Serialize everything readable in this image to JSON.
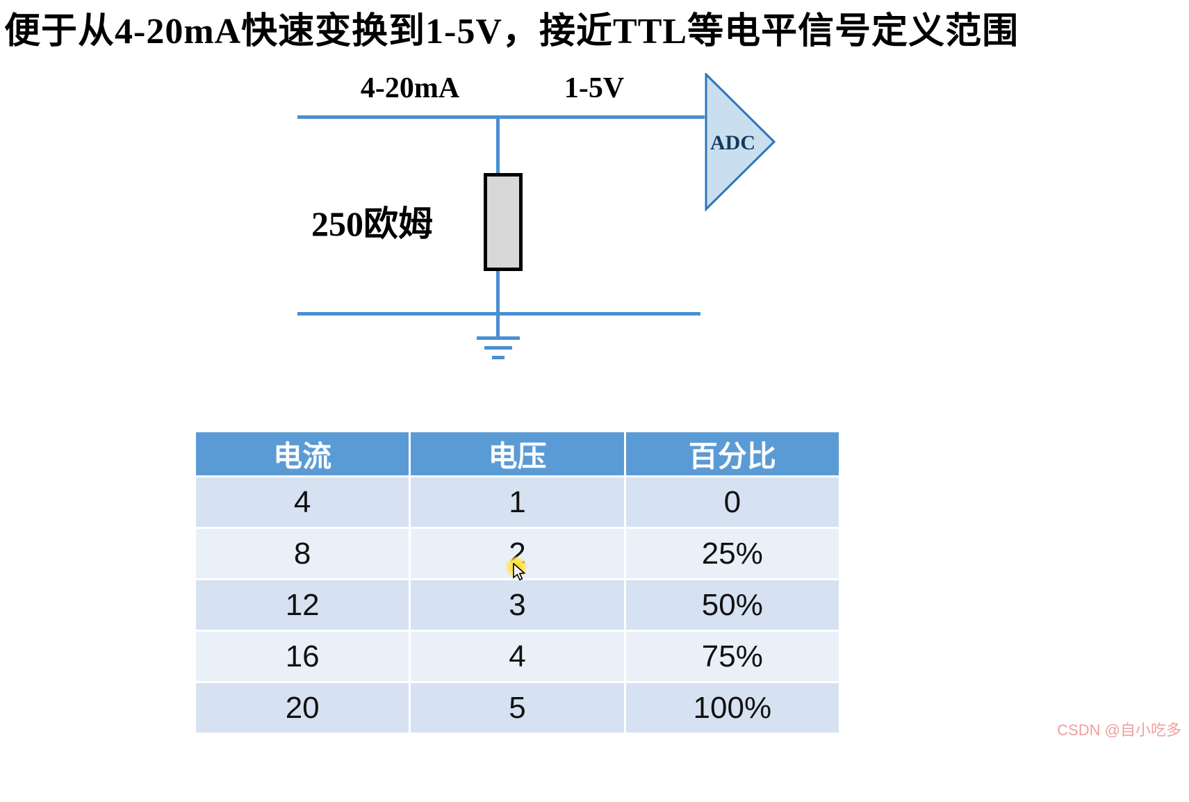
{
  "title": "便于从4-20mA快速变换到1-5V，接近TTL等电平信号定义范围",
  "diagram": {
    "current_label": "4-20mA",
    "voltage_label": "1-5V",
    "adc_label": "ADC",
    "resistor_label": "250欧姆"
  },
  "table": {
    "headers": [
      "电流",
      "电压",
      "百分比"
    ],
    "rows": [
      [
        "4",
        "1",
        "0"
      ],
      [
        "8",
        "2",
        "25%"
      ],
      [
        "12",
        "3",
        "50%"
      ],
      [
        "16",
        "4",
        "75%"
      ],
      [
        "20",
        "5",
        "100%"
      ]
    ]
  },
  "watermark": "CSDN @自小吃多",
  "colors": {
    "wire": "#4a8fd3",
    "adc_fill": "#c9dff0",
    "adc_border": "#2e75b6",
    "resistor_fill": "#d8d8d8",
    "table_header": "#5b9bd5",
    "row_dark": "#d6e2f1",
    "row_light": "#e9f0f8",
    "watermark": "#f19e9e",
    "highlight": "#ffd400"
  }
}
